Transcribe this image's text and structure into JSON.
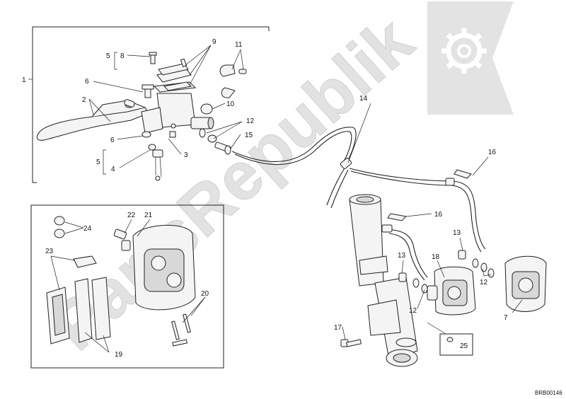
{
  "watermark": {
    "text": "PartsRepublik",
    "logo_icon": "gear-icon",
    "color": "#d0d0d0"
  },
  "drawing_code": "BRB00146",
  "callouts": {
    "c1": "1",
    "c2": "2",
    "c3": "3",
    "c4": "4",
    "c5a": "5",
    "c5b": "5",
    "c6a": "6",
    "c6b": "6",
    "c7": "7",
    "c8": "8",
    "c9": "9",
    "c10": "10",
    "c11": "11",
    "c12a": "12",
    "c12b": "12",
    "c12c": "12",
    "c13a": "13",
    "c13b": "13",
    "c14": "14",
    "c15": "15",
    "c16a": "16",
    "c16b": "16",
    "c17": "17",
    "c18": "18",
    "c19": "19",
    "c20": "20",
    "c21": "21",
    "c22": "22",
    "c23": "23",
    "c24": "24",
    "c25": "25"
  }
}
